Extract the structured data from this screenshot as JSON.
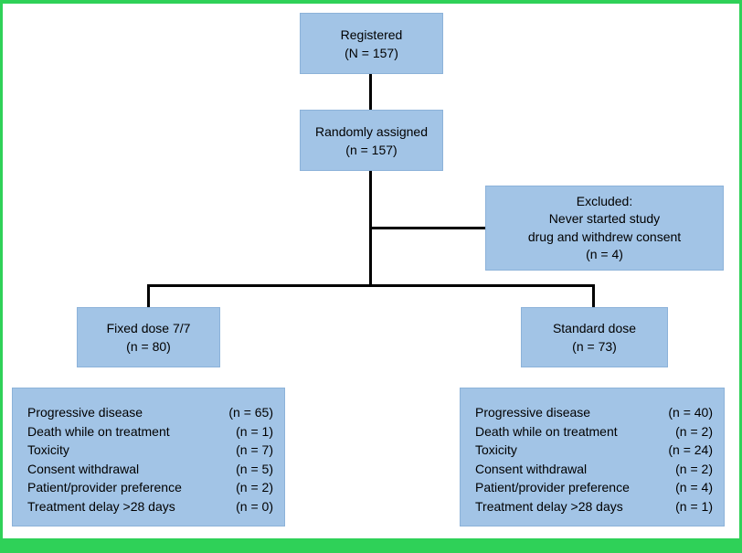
{
  "figure": {
    "type": "consort-flow-diagram",
    "colors": {
      "frame_border": "#2fd158",
      "box_fill": "#a2c4e6",
      "box_border": "#8cb2d9",
      "connector": "#000000",
      "text": "#000000",
      "background": "#ffffff"
    }
  },
  "nodes": {
    "registered": {
      "line1": "Registered",
      "line2": "(N = 157)"
    },
    "randomly_assigned": {
      "line1": "Randomly assigned",
      "line2": "(n = 157)"
    },
    "excluded": {
      "line1": "Excluded:",
      "line2": "Never started study",
      "line3": "drug and withdrew consent",
      "line4": "(n = 4)"
    },
    "fixed_dose": {
      "line1": "Fixed dose 7/7",
      "line2": "(n = 80)"
    },
    "standard_dose": {
      "line1": "Standard dose",
      "line2": "(n = 73)"
    },
    "fixed_dose_outcomes": {
      "rows": [
        {
          "label": "Progressive disease",
          "value": "(n = 65)"
        },
        {
          "label": "Death while on treatment",
          "value": "(n = 1)"
        },
        {
          "label": "Toxicity",
          "value": "(n = 7)"
        },
        {
          "label": "Consent withdrawal",
          "value": "(n = 5)"
        },
        {
          "label": "Patient/provider preference",
          "value": "(n = 2)"
        },
        {
          "label": "Treatment delay >28 days",
          "value": "(n = 0)"
        }
      ]
    },
    "standard_dose_outcomes": {
      "rows": [
        {
          "label": "Progressive disease",
          "value": "(n = 40)"
        },
        {
          "label": "Death while on treatment",
          "value": "(n = 2)"
        },
        {
          "label": "Toxicity",
          "value": "(n = 24)"
        },
        {
          "label": "Consent withdrawal",
          "value": "(n = 2)"
        },
        {
          "label": "Patient/provider preference",
          "value": "(n = 4)"
        },
        {
          "label": "Treatment delay >28 days",
          "value": "(n = 1)"
        }
      ]
    }
  }
}
